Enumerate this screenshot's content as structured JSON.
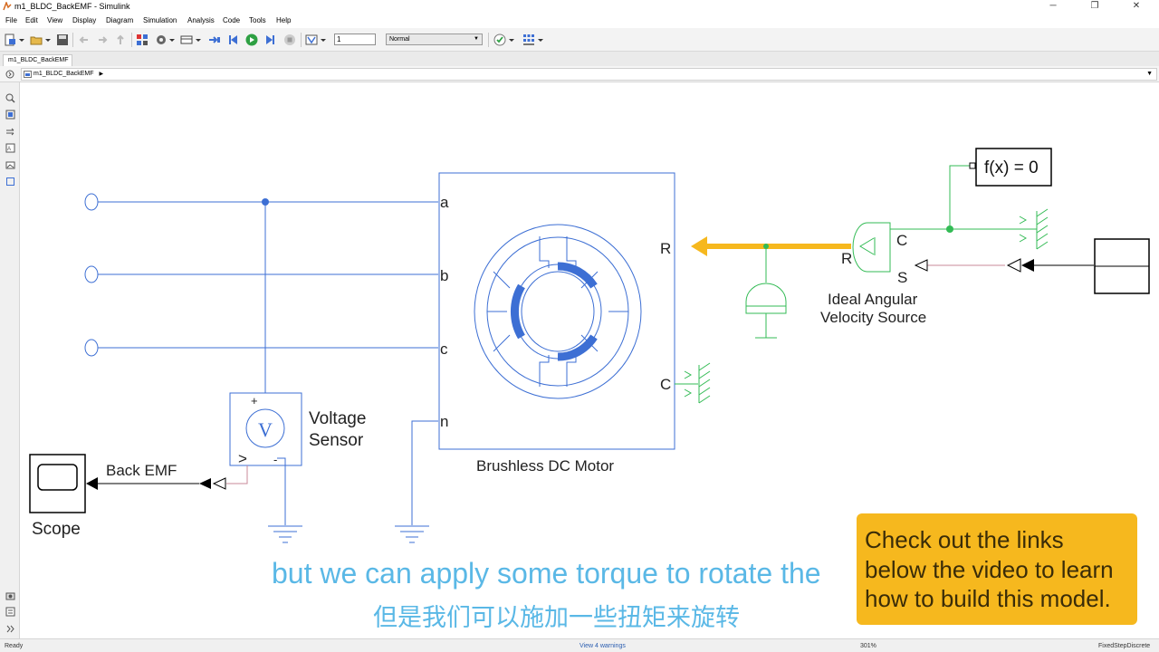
{
  "window": {
    "title": "m1_BLDC_BackEMF - Simulink",
    "minimize": "─",
    "restore": "❐",
    "close": "✕"
  },
  "menu": [
    "File",
    "Edit",
    "View",
    "Display",
    "Diagram",
    "Simulation",
    "Analysis",
    "Code",
    "Tools",
    "Help"
  ],
  "toolbar": {
    "stop_time": "1",
    "sim_mode": "Normal"
  },
  "tab": {
    "label": "m1_BLDC_BackEMF"
  },
  "breadcrumb": {
    "label": "m1_BLDC_BackEMF",
    "arrow": "▶"
  },
  "diagram": {
    "ports": {
      "a": "a",
      "b": "b",
      "c": "c",
      "n": "n",
      "r_motor": "R",
      "c_motor": "C",
      "r_source": "R",
      "c_source": "C",
      "s_source": "S",
      "plus": "+",
      "minus": "-",
      "gt": ">"
    },
    "blocks": {
      "motor": "Brushless DC Motor",
      "solver": "f(x) = 0",
      "velocity_source": [
        "Ideal Angular",
        "Velocity Source"
      ],
      "voltage_sensor": [
        "Voltage",
        "Sensor"
      ],
      "voltage_symbol": "V",
      "scope": "Scope",
      "signal_back_emf": "Back EMF"
    },
    "colors": {
      "electrical": "#3d6fd4",
      "mechanical": "#33bb55",
      "signal": "#c98a9a",
      "highlight": "#f6b81e"
    }
  },
  "status": {
    "left": "Ready",
    "warnings": "View 4 warnings",
    "zoom": "301%",
    "solver": "FixedStepDiscrete"
  },
  "captions": {
    "english": "but we can apply some torque to rotate the",
    "chinese": "但是我们可以施加一些扭矩来旋转"
  },
  "callout": {
    "lines": [
      "Check out the links",
      "below the video to learn",
      "how to build this model."
    ],
    "color": "#f6b81e"
  }
}
